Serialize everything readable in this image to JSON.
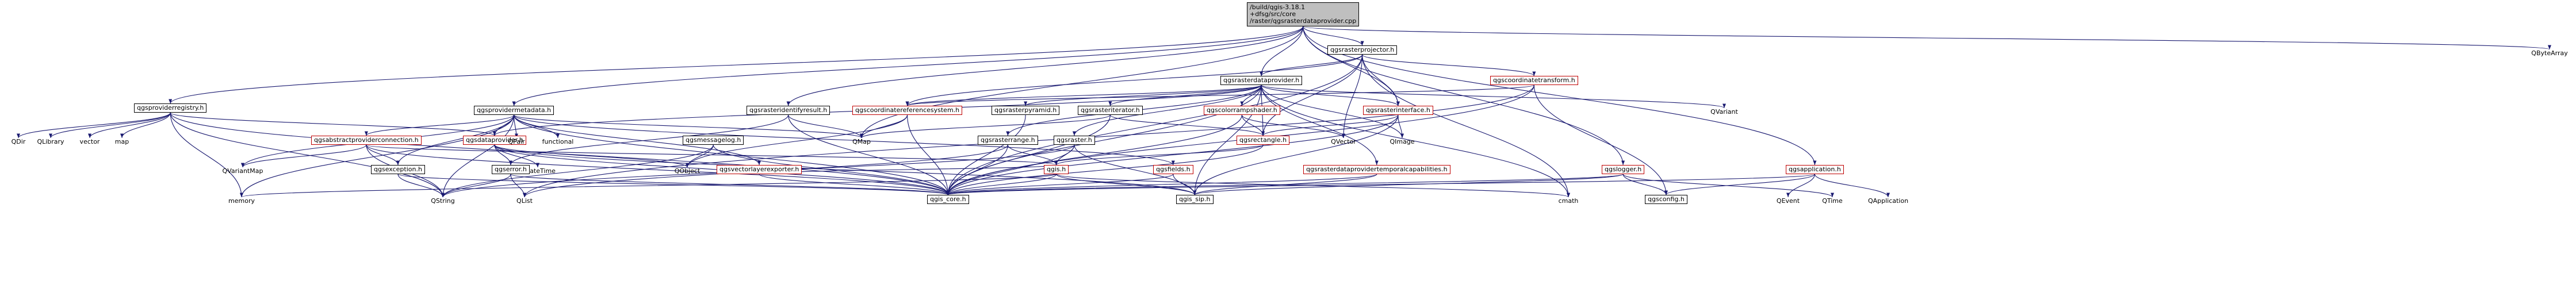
{
  "root": {
    "label": "/build/qgis-3.18.1\n+dfsg/src/core\n/raster/qgsrasterdataprovider.cpp"
  },
  "nodes": {
    "qgsrasterprojector_h": "qgsrasterprojector.h",
    "qbytearray": "QByteArray",
    "qgsrasterdataprovider_h": "qgsrasterdataprovider.h",
    "qgscoordinatetransform_h": "qgscoordinatetransform.h",
    "qvariant": "QVariant",
    "qgsproviderregistry_h": "qgsproviderregistry.h",
    "qgsprovidermetadata_h": "qgsprovidermetadata.h",
    "qgsrasteridentifyresult_h": "qgsrasteridentifyresult.h",
    "qgscoordinatereferencesystem_h": "qgscoordinatereferencesystem.h",
    "qgsrasterpyramid_h": "qgsrasterpyramid.h",
    "qgsrasteriterator_h": "qgsrasteriterator.h",
    "qgscolorrampshader_h": "qgscolorrampshader.h",
    "qgsrasterinterface_h": "qgsrasterinterface.h",
    "qdir": "QDir",
    "qlibrary": "QLibrary",
    "vector": "vector",
    "map": "map",
    "qgsabstractproviderconnection_h": "qgsabstractproviderconnection.h",
    "qgsdataprovider_h": "qgsdataprovider.h",
    "functional": "functional",
    "qpair": "QPair",
    "qmap": "QMap",
    "qgsmessagelog_h": "qgsmessagelog.h",
    "qgsrasterrange_h": "qgsrasterrange.h",
    "qgsraster_h": "qgsraster.h",
    "qgsrectangle_h": "qgsrectangle.h",
    "qvector": "QVector",
    "qimage": "QImage",
    "qvariantmap": "QVariantMap",
    "qgsexception_h": "qgsexception.h",
    "qdatetime": "QDateTime",
    "qobject": "QObject",
    "qgserror_h": "qgserror.h",
    "qgsvectorlayerexporter_h": "qgsvectorlayerexporter.h",
    "qgis_h": "qgis.h",
    "qgsfields_h": "qgsfields.h",
    "qgsrasterdataprovidertemporalcapabilities_h": "qgsrasterdataprovidertemporalcapabilities.h",
    "qgslogger_h": "qgslogger.h",
    "qgsapplication_h": "qgsapplication.h",
    "memory": "memory",
    "qstring": "QString",
    "qlist": "QList",
    "qgis_core_h": "qgis_core.h",
    "qgis_sip_h": "qgis_sip.h",
    "cmath": "cmath",
    "qgsconfig_h": "qgsconfig.h",
    "qevent": "QEvent",
    "qtime": "QTime",
    "qapplication": "QApplication"
  },
  "colors": {
    "edge": "#191970",
    "missing_border": "#bf0000",
    "root_fill": "#bfbfbf"
  }
}
